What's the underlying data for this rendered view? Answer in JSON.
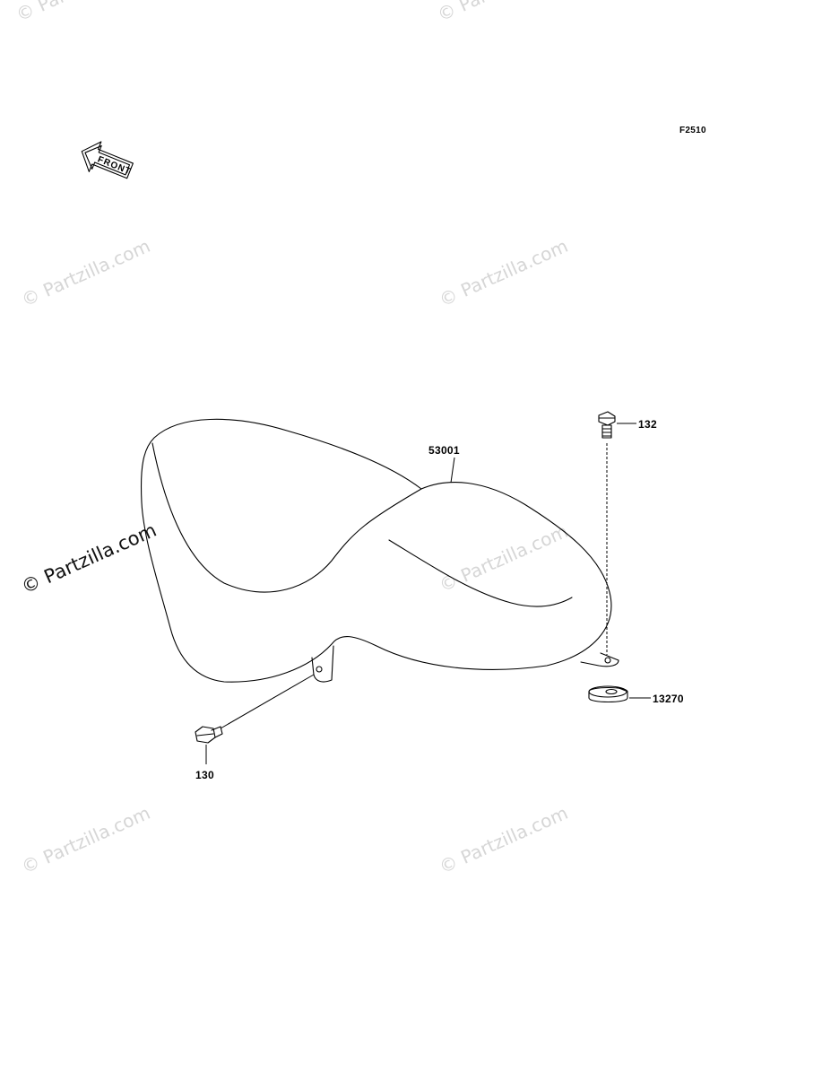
{
  "diagram": {
    "figure_code": "F2510",
    "front_arrow_label": "FRONT",
    "watermark_text": "© Partzilla.com",
    "colors": {
      "line": "#000000",
      "watermark": "#d6d6d6",
      "background": "#ffffff"
    },
    "parts": [
      {
        "id": "seat",
        "number": "53001"
      },
      {
        "id": "bolt-rear",
        "number": "132"
      },
      {
        "id": "damper",
        "number": "13270"
      },
      {
        "id": "bolt-front",
        "number": "130"
      }
    ]
  }
}
